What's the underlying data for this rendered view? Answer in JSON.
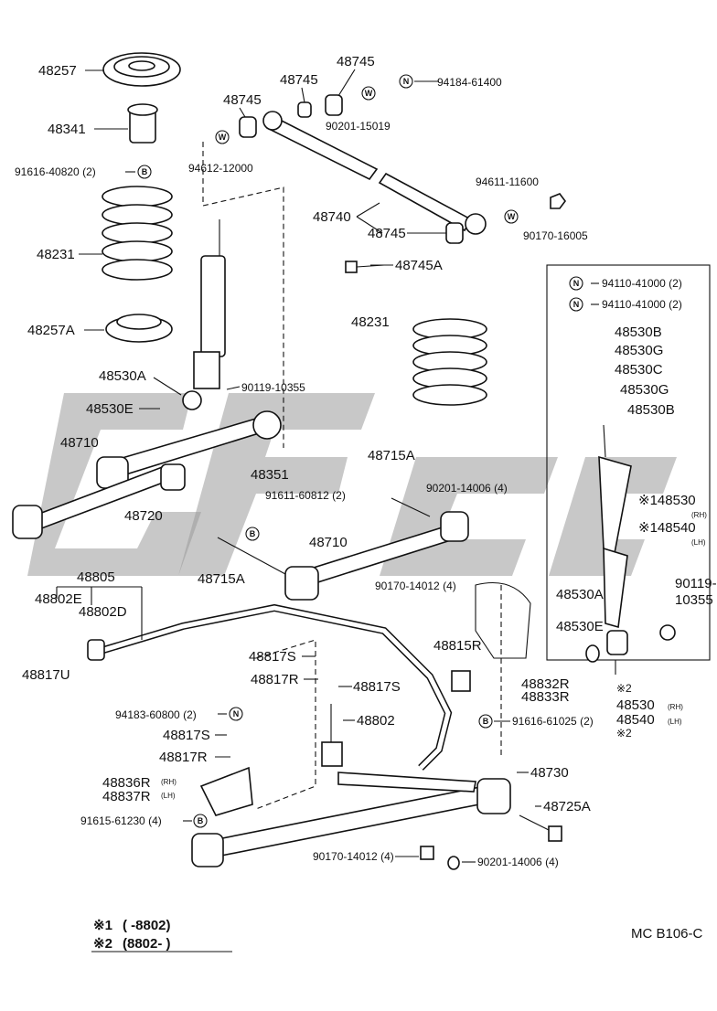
{
  "diagram_id": "MC B106-C",
  "footnotes": {
    "n1": {
      "mark": "※1",
      "text": "(      -8802)"
    },
    "n2": {
      "mark": "※2",
      "text": "(8802-       )"
    }
  },
  "symbols": {
    "n": "N",
    "w": "W",
    "b": "B"
  },
  "parts": {
    "p48257": "48257",
    "p48341": "48341",
    "p91616_40820": "91616-40820 (2)",
    "p48231_l": "48231",
    "p48257A": "48257A",
    "p48530A_l": "48530A",
    "p48530E_l": "48530E",
    "p90119_a": "90119-10355",
    "p48710_l": "48710",
    "p48720": "48720",
    "p48351": "48351",
    "p91611": "91611-60812 (2)",
    "p48715A_r": "48715A",
    "p90201_14006_a": "90201-14006 (4)",
    "p48710_r": "48710",
    "p48715A_l": "48715A",
    "p90170_14012_a": "90170-14012 (4)",
    "p48745_a": "48745",
    "p48745_b": "48745",
    "p48745_c": "48745",
    "p90201_15019": "90201-15019",
    "p94184": "94184-61400",
    "p94612": "94612-12000",
    "p94611": "94611-11600",
    "p48740": "48740",
    "p48745_d": "48745",
    "p90170_16005": "90170-16005",
    "p48745A": "48745A",
    "p48231_r": "48231",
    "p94110_a": "94110-41000 (2)",
    "p94110_b": "94110-41000 (2)",
    "p48530B_a": "48530B",
    "p48530G_a": "48530G",
    "p48530C": "48530C",
    "p48530G_b": "48530G",
    "p48530B_b": "48530B",
    "p148530": "※148530",
    "p148530_side": "(RH)",
    "p148540": "※148540",
    "p148540_side": "(LH)",
    "p48530A_r": "48530A",
    "p90119_b1": "90119-",
    "p90119_b2": "10355",
    "p48530E_r": "48530E",
    "p_n2": "※2",
    "p48530": "48530",
    "p48530_side": "(RH)",
    "p48540": "48540",
    "p48540_side": "(LH)",
    "p_n2b": "※2",
    "p48805": "48805",
    "p48802E": "48802E",
    "p48802D": "48802D",
    "p48817U": "48817U",
    "p48817S_a": "48817S",
    "p48817R_a": "48817R",
    "p48817S_b": "48817S",
    "p48802": "48802",
    "p94183": "94183-60800 (2)",
    "p48817S_c": "48817S",
    "p48817R_b": "48817R",
    "p48836R": "48836R",
    "p48836R_side": "(RH)",
    "p48837R": "48837R",
    "p48837R_side": "(LH)",
    "p91615": "91615-61230 (4)",
    "p48815R": "48815R",
    "p48832R": "48832R",
    "p48833R": "48833R",
    "p91616_61025": "91616-61025 (2)",
    "p48730": "48730",
    "p48725A": "48725A",
    "p90170_14012_b": "90170-14012 (4)",
    "p90201_14006_b": "90201-14006 (4)"
  }
}
